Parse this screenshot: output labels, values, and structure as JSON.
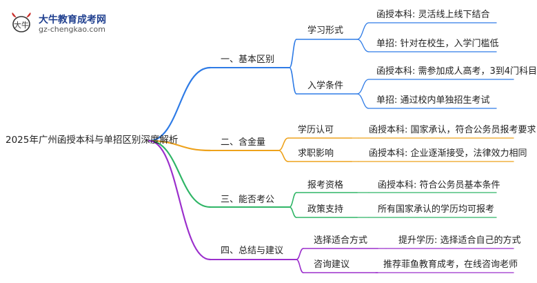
{
  "logo": {
    "title": "大牛教育成考网",
    "url": "gz-chengkao.com",
    "mark_text": "大牛"
  },
  "root": "2025年广州函授本科与单招区别深度解析",
  "colors": {
    "blue": "#2e7be6",
    "orange": "#eea21b",
    "green": "#2fb566",
    "purple": "#9b2fcc"
  },
  "branches": [
    {
      "label": "一、基本区别",
      "color_key": "blue",
      "subs": [
        {
          "label": "学习形式",
          "leaves": [
            "函授本科: 灵活线上线下结合",
            "单招: 针对在校生，入学门槛低"
          ]
        },
        {
          "label": "入学条件",
          "leaves": [
            "函授本科: 需参加成人高考，3到4门科目",
            "单招: 通过校内单独招生考试"
          ]
        }
      ]
    },
    {
      "label": "二、含金量",
      "color_key": "orange",
      "subs": [
        {
          "label": "学历认可",
          "leaves": [
            "函授本科: 国家承认，符合公务员报考要求"
          ]
        },
        {
          "label": "求职影响",
          "leaves": [
            "函授本科: 企业逐渐接受，法律效力相同"
          ]
        }
      ]
    },
    {
      "label": "三、能否考公",
      "color_key": "green",
      "subs": [
        {
          "label": "报考资格",
          "leaves": [
            "函授本科: 符合公务员基本条件"
          ]
        },
        {
          "label": "政策支持",
          "leaves": [
            "所有国家承认的学历均可报考"
          ]
        }
      ]
    },
    {
      "label": "四、总结与建议",
      "color_key": "purple",
      "subs": [
        {
          "label": "选择适合方式",
          "leaves": [
            "提升学历: 选择适合自己的方式"
          ]
        },
        {
          "label": "咨询建议",
          "leaves": [
            "推荐菲鱼教育成考，在线咨询老师"
          ]
        }
      ]
    }
  ]
}
